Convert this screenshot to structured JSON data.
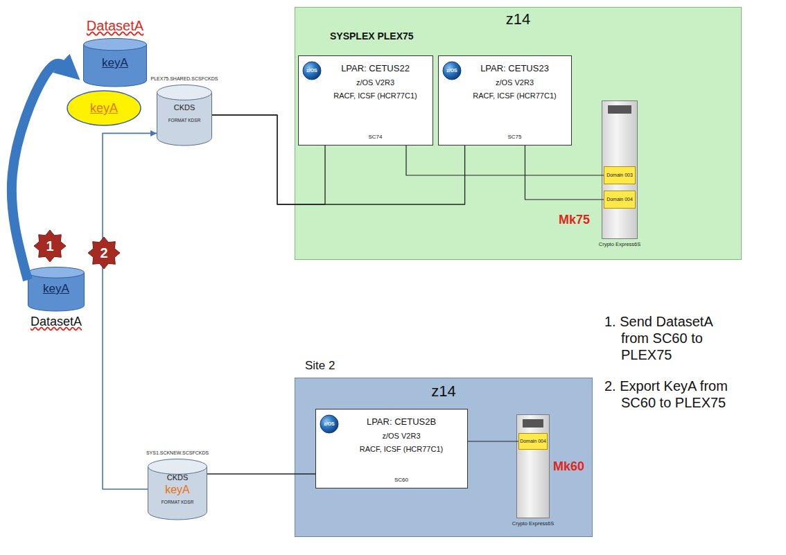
{
  "diagram": {
    "nodes": [
      {
        "text": [
          "DatasetA",
          "keyA"
        ]
      },
      {
        "text": [
          "keyA"
        ]
      },
      {
        "text": [
          "PLEX75.SHARED.SCSFCKDS",
          "CKDS",
          "FORMAT KDSR"
        ]
      },
      {
        "text": [
          "z14",
          "SYSPLEX PLEX75"
        ]
      },
      {
        "text": [
          "LPAR: CETUS22",
          "z/OS V2R3",
          "RACF, ICSF (HCR77C1)",
          "SC74"
        ],
        "in": 3
      },
      {
        "text": [
          "z/OS"
        ],
        "in": 4
      },
      {
        "text": [
          "LPAR: CETUS23",
          "z/OS V2R3",
          "RACF, ICSF (HCR77C1)",
          "SC75"
        ],
        "in": 3
      },
      {
        "text": [
          "z/OS"
        ],
        "in": 6
      },
      {
        "text": [
          "Crypto Express6S"
        ],
        "in": 3
      },
      {
        "text": [
          "Domain 003"
        ],
        "in": 8
      },
      {
        "text": [
          "Domain 004"
        ],
        "in": 8
      },
      {
        "text": [
          "keyA",
          "DatasetA"
        ]
      },
      {
        "text": [
          "Site 2",
          "z14"
        ]
      },
      {
        "text": [
          "LPAR: CETUS2B",
          "z/OS V2R3",
          "RACF, ICSF (HCR77C1)",
          "SC60"
        ],
        "in": 12
      },
      {
        "text": [
          "z/OS"
        ],
        "in": 13
      },
      {
        "text": [
          "Crypto Express6S"
        ],
        "in": 12
      },
      {
        "text": [
          "Domain 004"
        ],
        "in": 15
      },
      {
        "text": [
          "SYS1.SCKNEW.SCSFCKDS",
          "CKDS",
          "keyA",
          "FORMAT KDSR"
        ]
      },
      {
        "text": [
          "1"
        ]
      },
      {
        "text": [
          "2"
        ]
      }
    ],
    "edges": [
      {
        "from": 11,
        "to": 0,
        "arrow": "to"
      },
      {
        "from": 17,
        "to": 2,
        "arrow": "to"
      },
      {
        "from": 2,
        "to": 4,
        "arrow": "none"
      },
      {
        "from": 2,
        "to": 6,
        "arrow": "none"
      },
      {
        "from": 4,
        "to": 9,
        "arrow": "none"
      },
      {
        "from": 6,
        "to": 10,
        "arrow": "none"
      },
      {
        "from": 17,
        "to": 13,
        "arrow": "none"
      },
      {
        "from": 13,
        "to": 16,
        "arrow": "none"
      }
    ],
    "labels": [
      "Mk75",
      "Mk60",
      "1. Send DatasetA from SC60 to PLEX75",
      "2. Export KeyA from SC60 to PLEX75"
    ]
  }
}
